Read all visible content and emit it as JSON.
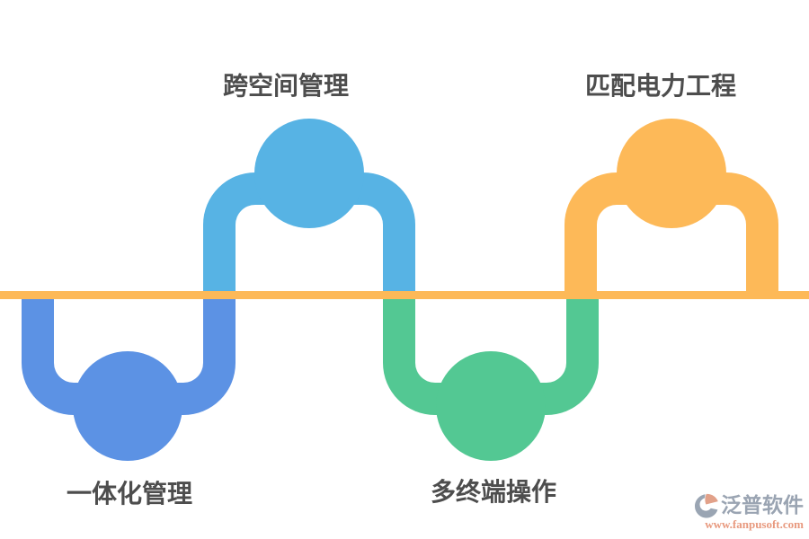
{
  "page": {
    "background": "#FFFFFF"
  },
  "diagram": {
    "type": "alternating-wave-infographic",
    "baseline_color": "#FDB958",
    "label_color": "#4D4D4D",
    "nodes": [
      {
        "label": "一体化管理",
        "color": "#5C92E4",
        "side": "bottom"
      },
      {
        "label": "跨空间管理",
        "color": "#57B3E4",
        "side": "top"
      },
      {
        "label": "多终端操作",
        "color": "#53C893",
        "side": "bottom"
      },
      {
        "label": "匹配电力工程",
        "color": "#FDB958",
        "side": "top"
      }
    ]
  },
  "branding": {
    "logo_icon": "fanpu-swoosh-icon",
    "logo_text": "泛普软件",
    "logo_text_color": "#9AA4B2",
    "website": "www.fanpusoft.com",
    "website_color": "#E8997E"
  }
}
